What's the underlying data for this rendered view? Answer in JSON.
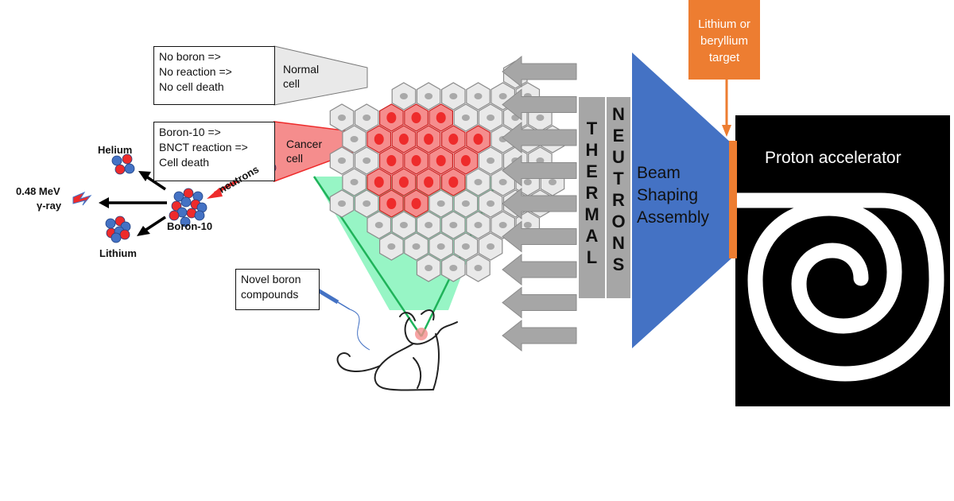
{
  "normal_box": {
    "lines": [
      "No boron =>",
      "No reaction =>",
      "No cell death"
    ]
  },
  "normal_callout": {
    "lines": [
      "Normal",
      "cell"
    ]
  },
  "cancer_box": {
    "lines": [
      "Boron-10 =>",
      "BNCT reaction =>",
      "Cell death"
    ]
  },
  "cancer_callout": {
    "lines": [
      "Cancer",
      "cell"
    ]
  },
  "reaction": {
    "helium": "Helium",
    "gamma_energy": "0.48 MeV",
    "gamma_label": "γ-ray",
    "boron": "Boron-10",
    "lithium": "Lithium",
    "neutrons": "neutrons"
  },
  "compounds_box": {
    "lines": [
      "Novel boron",
      "compounds"
    ]
  },
  "thermal_letters": [
    "T",
    "H",
    "E",
    "R",
    "M",
    "A",
    "L"
  ],
  "neutrons_letters": [
    "N",
    "E",
    "U",
    "T",
    "R",
    "O",
    "N",
    "S"
  ],
  "beam_shaping": {
    "lines": [
      "Beam",
      "Shaping",
      "Assembly"
    ]
  },
  "target_box": {
    "lines": [
      "Lithium or",
      "beryllium",
      "target"
    ]
  },
  "accelerator": {
    "title": "Proton accelerator"
  },
  "colors": {
    "cancer_red": "#ee2b2b",
    "cancer_fill": "#f58d8d",
    "normal_fill": "#e9e9e9",
    "beam_blue": "#4472c4",
    "target_orange": "#ed7d31",
    "arrow_gray": "#a6a6a6",
    "green_cone": "#97f5c5",
    "green_line": "#1fb35a"
  }
}
